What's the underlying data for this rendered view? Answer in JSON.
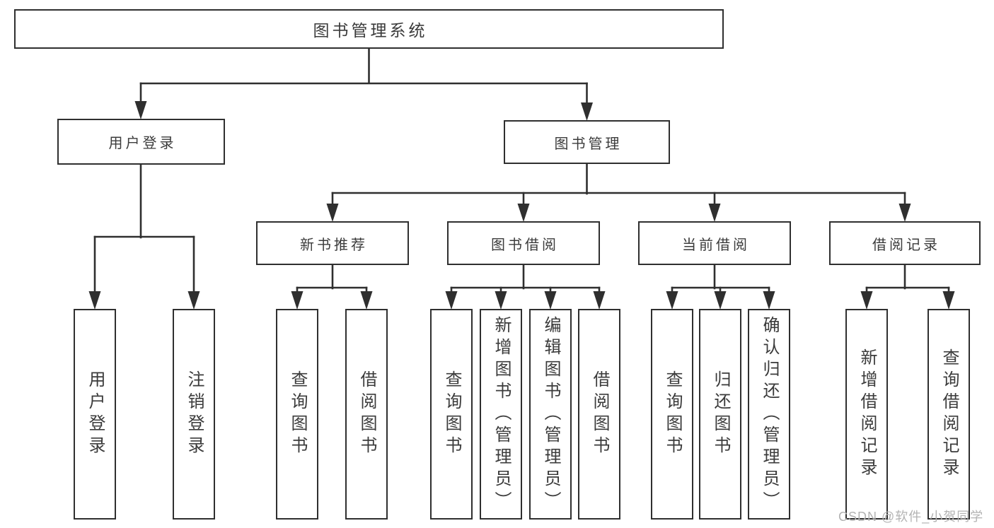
{
  "colors": {
    "line": "#2f2f2f",
    "text": "#3b3b3b",
    "background": "#ffffff",
    "watermark": "#b3b3b3"
  },
  "watermark": "CSDN @软件_小贺同学",
  "tree": {
    "root": "图书管理系统",
    "children": [
      {
        "label": "用户登录",
        "children": [
          "用户登录",
          "注销登录"
        ]
      },
      {
        "label": "图书管理",
        "children": [
          {
            "label": "新书推荐",
            "children": [
              "查询图书",
              "借阅图书"
            ]
          },
          {
            "label": "图书借阅",
            "children": [
              "查询图书",
              "新增图书（管理员）",
              "编辑图书（管理员）",
              "借阅图书"
            ]
          },
          {
            "label": "当前借阅",
            "children": [
              "查询图书",
              "归还图书",
              "确认归还（管理员）"
            ]
          },
          {
            "label": "借阅记录",
            "children": [
              "新增借阅记录",
              "查询借阅记录"
            ]
          }
        ]
      }
    ]
  }
}
